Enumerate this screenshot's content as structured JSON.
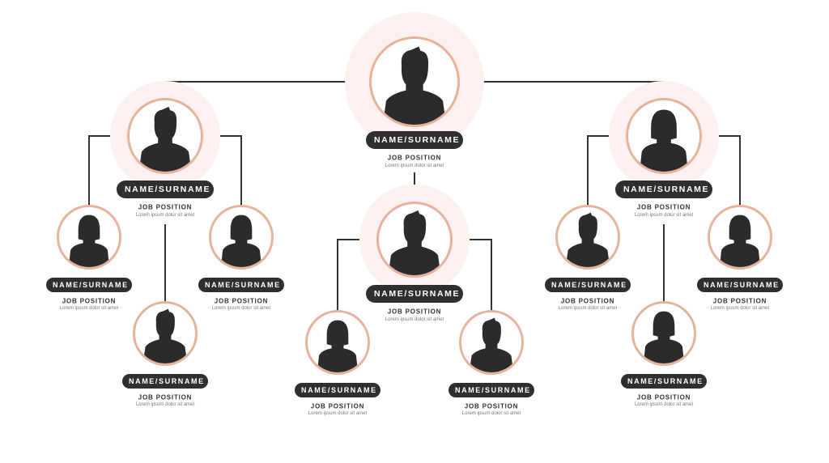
{
  "colors": {
    "ring": "#e6b29b",
    "halo": "#fdf1ef",
    "pill": "#2f2f2f",
    "line": "#333333"
  },
  "nodes": [
    {
      "id": "ceo",
      "name": "NAME/SURNAME",
      "position": "JOB POSITION",
      "desc": "Lorem ipsum dolor sit amet",
      "avatar": "male-silhouette-icon"
    },
    {
      "id": "left-manager",
      "name": "NAME/SURNAME",
      "position": "JOB POSITION",
      "desc": "Lorem ipsum dolor sit amet",
      "avatar": "male-silhouette-icon"
    },
    {
      "id": "center-manager",
      "name": "NAME/SURNAME",
      "position": "JOB POSITION",
      "desc": "Lorem ipsum dolor sit amet",
      "avatar": "male-silhouette-icon"
    },
    {
      "id": "right-manager",
      "name": "NAME/SURNAME",
      "position": "JOB POSITION",
      "desc": "Lorem ipsum dolor sit amet",
      "avatar": "female-silhouette-icon"
    },
    {
      "id": "left-1",
      "name": "NAME/SURNAME",
      "position": "JOB POSITION",
      "desc": "Lorem ipsum dolor sit amet",
      "avatar": "female-silhouette-icon"
    },
    {
      "id": "left-2",
      "name": "NAME/SURNAME",
      "position": "JOB POSITION",
      "desc": "Lorem ipsum dolor sit amet",
      "avatar": "female-silhouette-icon"
    },
    {
      "id": "left-3",
      "name": "NAME/SURNAME",
      "position": "JOB POSITION",
      "desc": "Lorem ipsum dolor sit amet",
      "avatar": "male-silhouette-icon"
    },
    {
      "id": "center-1",
      "name": "NAME/SURNAME",
      "position": "JOB POSITION",
      "desc": "Lorem ipsum dolor sit amet",
      "avatar": "female-silhouette-icon"
    },
    {
      "id": "center-2",
      "name": "NAME/SURNAME",
      "position": "JOB POSITION",
      "desc": "Lorem ipsum dolor sit amet",
      "avatar": "male-silhouette-icon"
    },
    {
      "id": "right-1",
      "name": "NAME/SURNAME",
      "position": "JOB POSITION",
      "desc": "Lorem ipsum dolor sit amet",
      "avatar": "male-silhouette-icon"
    },
    {
      "id": "right-2",
      "name": "NAME/SURNAME",
      "position": "JOB POSITION",
      "desc": "Lorem ipsum dolor sit amet",
      "avatar": "female-silhouette-icon"
    },
    {
      "id": "right-3",
      "name": "NAME/SURNAME",
      "position": "JOB POSITION",
      "desc": "Lorem ipsum dolor sit amet",
      "avatar": "female-silhouette-icon"
    }
  ]
}
